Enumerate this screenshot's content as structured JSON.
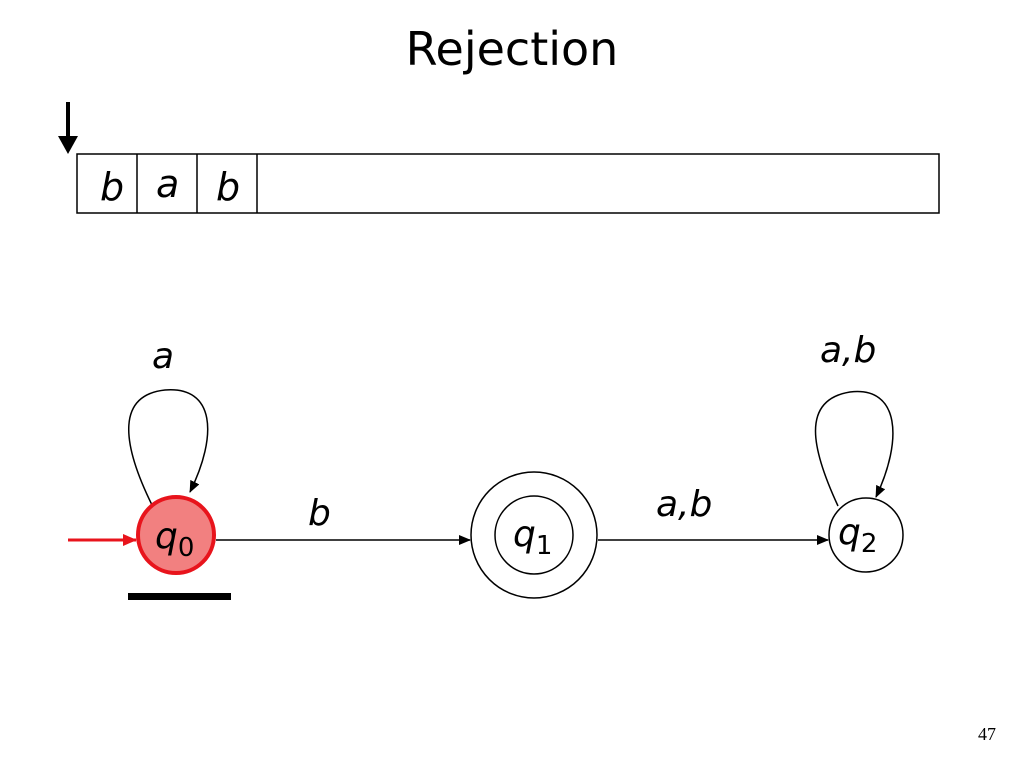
{
  "slide": {
    "title": "Rejection",
    "page_number": "47"
  },
  "tape": {
    "cells": [
      "b",
      "a",
      "b"
    ],
    "head_position": 0
  },
  "automaton": {
    "states": [
      {
        "id": "q0",
        "name": "q",
        "subscript": "0",
        "start": true,
        "accepting": false,
        "current": true
      },
      {
        "id": "q1",
        "name": "q",
        "subscript": "1",
        "start": false,
        "accepting": true,
        "current": false
      },
      {
        "id": "q2",
        "name": "q",
        "subscript": "2",
        "start": false,
        "accepting": false,
        "current": false
      }
    ],
    "transitions": [
      {
        "from": "q0",
        "to": "q0",
        "label": "a"
      },
      {
        "from": "q0",
        "to": "q1",
        "label": "b"
      },
      {
        "from": "q1",
        "to": "q2",
        "label": "a,b"
      },
      {
        "from": "q2",
        "to": "q2",
        "label": "a,b"
      }
    ]
  },
  "colors": {
    "current_state_fill": "#f28080",
    "current_state_stroke": "#e8141c",
    "start_arrow": "#e8141c"
  }
}
